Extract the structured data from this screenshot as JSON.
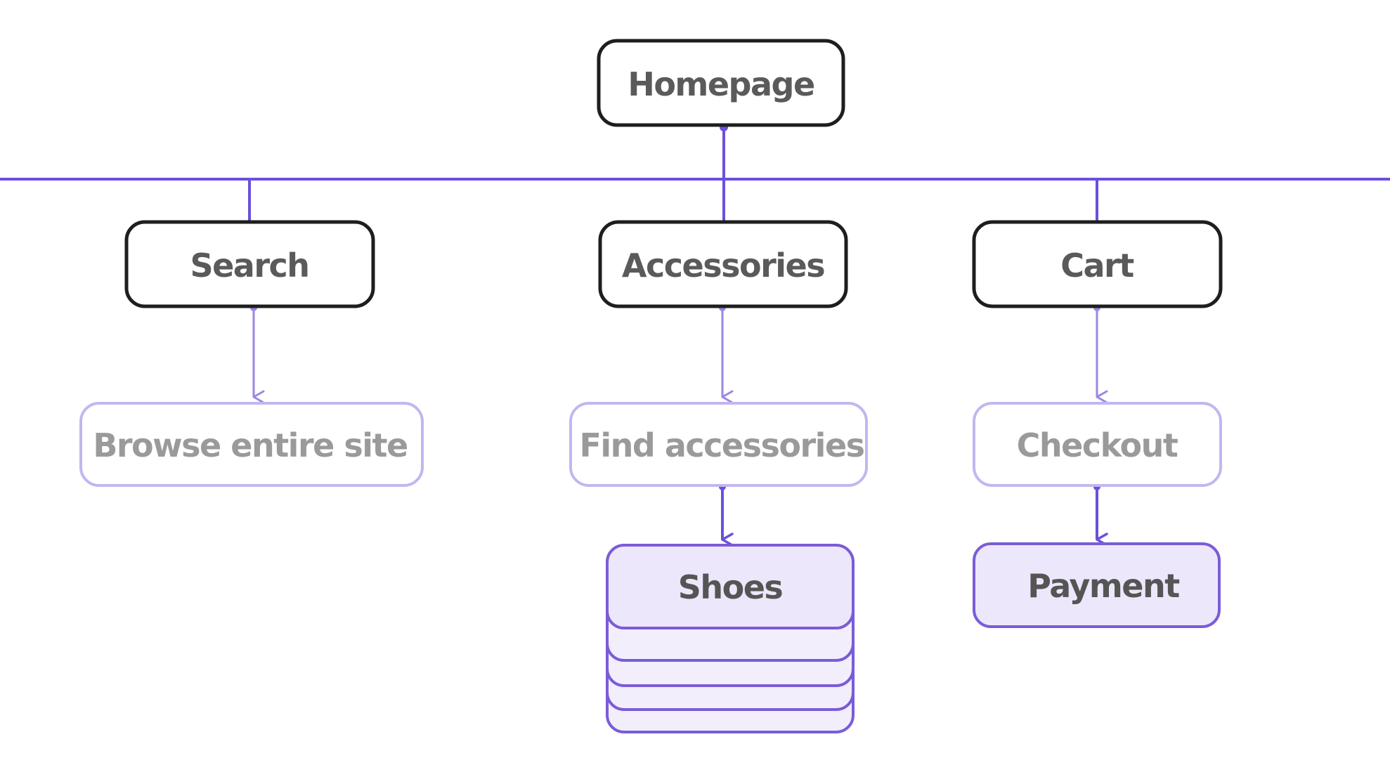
{
  "colors": {
    "background": "#ffffff",
    "connector": "#6c4fdc",
    "connector_light": "#9c86e6",
    "primary_border": "#1e1e1e",
    "primary_text": "#5a5a5a",
    "secondary_border": "#c3b6f0",
    "secondary_text": "#9a9a9a",
    "tertiary_border": "#7a5cd8",
    "tertiary_fill": "#ede7fb",
    "tertiary_text": "#555555"
  },
  "nodes": {
    "homepage": "Homepage",
    "search": "Search",
    "accessories": "Accessories",
    "cart": "Cart",
    "browse": "Browse entire site",
    "find_accessories": "Find accessories",
    "checkout": "Checkout",
    "shoes": "Shoes",
    "payment": "Payment"
  }
}
